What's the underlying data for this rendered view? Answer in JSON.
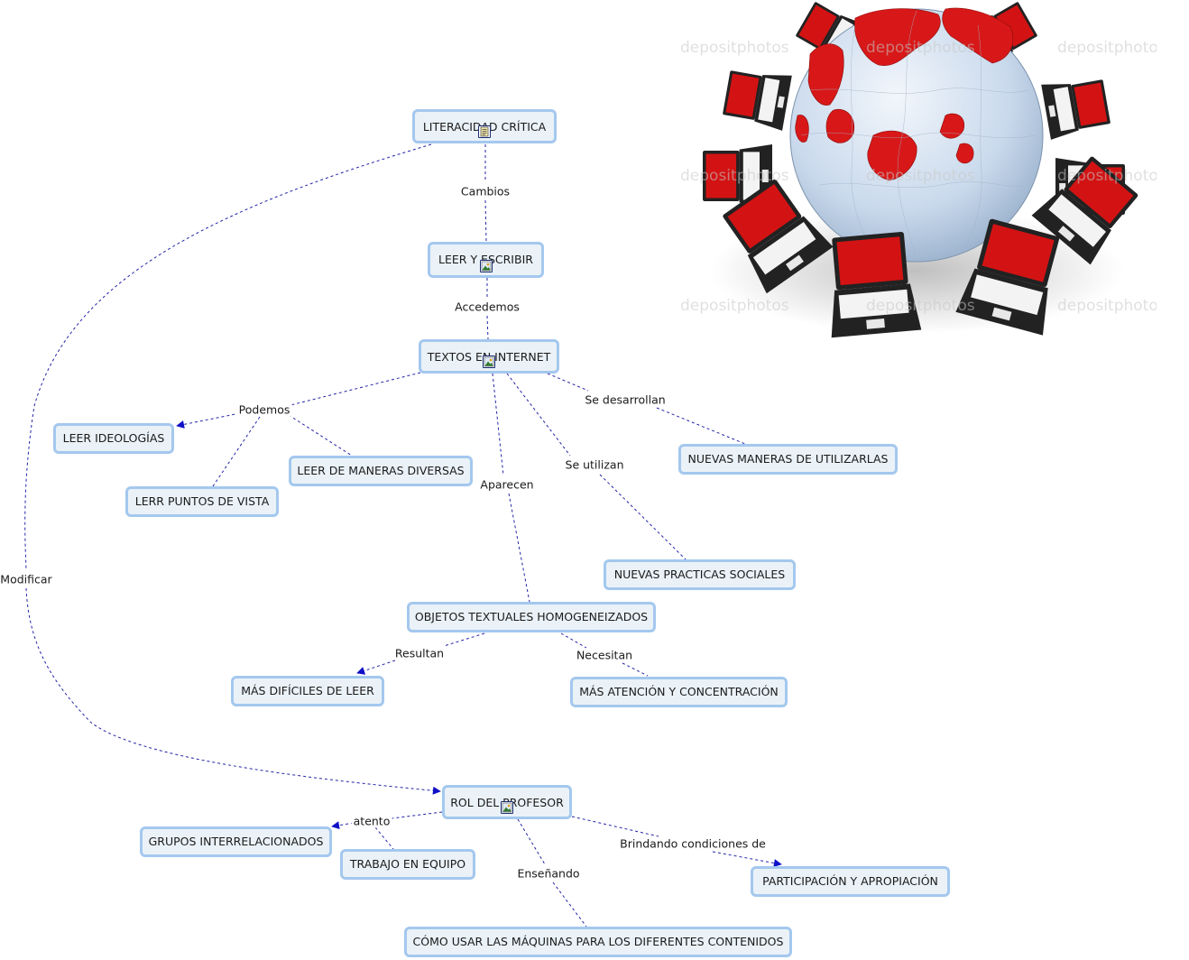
{
  "colors": {
    "node_bg": "#eaf2f8",
    "node_border": "#a4c8ee",
    "link": "#2424a8",
    "arrow": "#1010c8",
    "globe_sea": "#c9d9ec",
    "globe_land": "#e01a1a",
    "laptop_body": "#222222",
    "laptop_screen": "#d31313"
  },
  "concepts": {
    "literacidad": {
      "label": "LITERACIDAD CRÍTICA",
      "icon": "document-icon"
    },
    "leer_escribir": {
      "label": "LEER Y ESCRIBIR",
      "icon": "image-icon"
    },
    "textos": {
      "label": "TEXTOS EN INTERNET",
      "icon": "image-icon"
    },
    "leer_ideologias": {
      "label": "LEER IDEOLOGÍAS"
    },
    "leer_maneras": {
      "label": "LEER DE MANERAS DIVERSAS"
    },
    "lerr_puntos": {
      "label": "LERR PUNTOS DE VISTA"
    },
    "nuevas_maneras": {
      "label": "NUEVAS MANERAS DE UTILIZARLAS"
    },
    "nuevas_practicas": {
      "label": "NUEVAS PRACTICAS SOCIALES"
    },
    "objetos": {
      "label": "OBJETOS TEXTUALES HOMOGENEIZADOS"
    },
    "mas_dificiles": {
      "label": "MÁS DIFÍCILES DE LEER"
    },
    "mas_atencion": {
      "label": "MÁS ATENCIÓN Y CONCENTRACIÓN"
    },
    "rol": {
      "label": "ROL DEL PROFESOR",
      "icon": "image-icon"
    },
    "grupos": {
      "label": "GRUPOS INTERRELACIONADOS"
    },
    "trabajo": {
      "label": "TRABAJO EN EQUIPO"
    },
    "participacion": {
      "label": "PARTICIPACIÓN Y APROPIACIÓN"
    },
    "como_usar": {
      "label": "CÓMO USAR LAS MÁQUINAS PARA LOS DIFERENTES CONTENIDOS"
    }
  },
  "linking_phrases": {
    "cambios": "Cambios",
    "accedemos": "Accedemos",
    "podemos": "Podemos",
    "se_desarrollan": "Se desarrollan",
    "se_utilizan": "Se utilizan",
    "aparecen": "Aparecen",
    "resultan": "Resultan",
    "necesitan": "Necesitan",
    "modificar": "Modificar",
    "atento": "atento",
    "ensenando": "Enseñando",
    "brindando": "Brindando condiciones de"
  },
  "image": {
    "description_icon": "globe-with-laptops-image",
    "watermark": "depositphotos"
  }
}
